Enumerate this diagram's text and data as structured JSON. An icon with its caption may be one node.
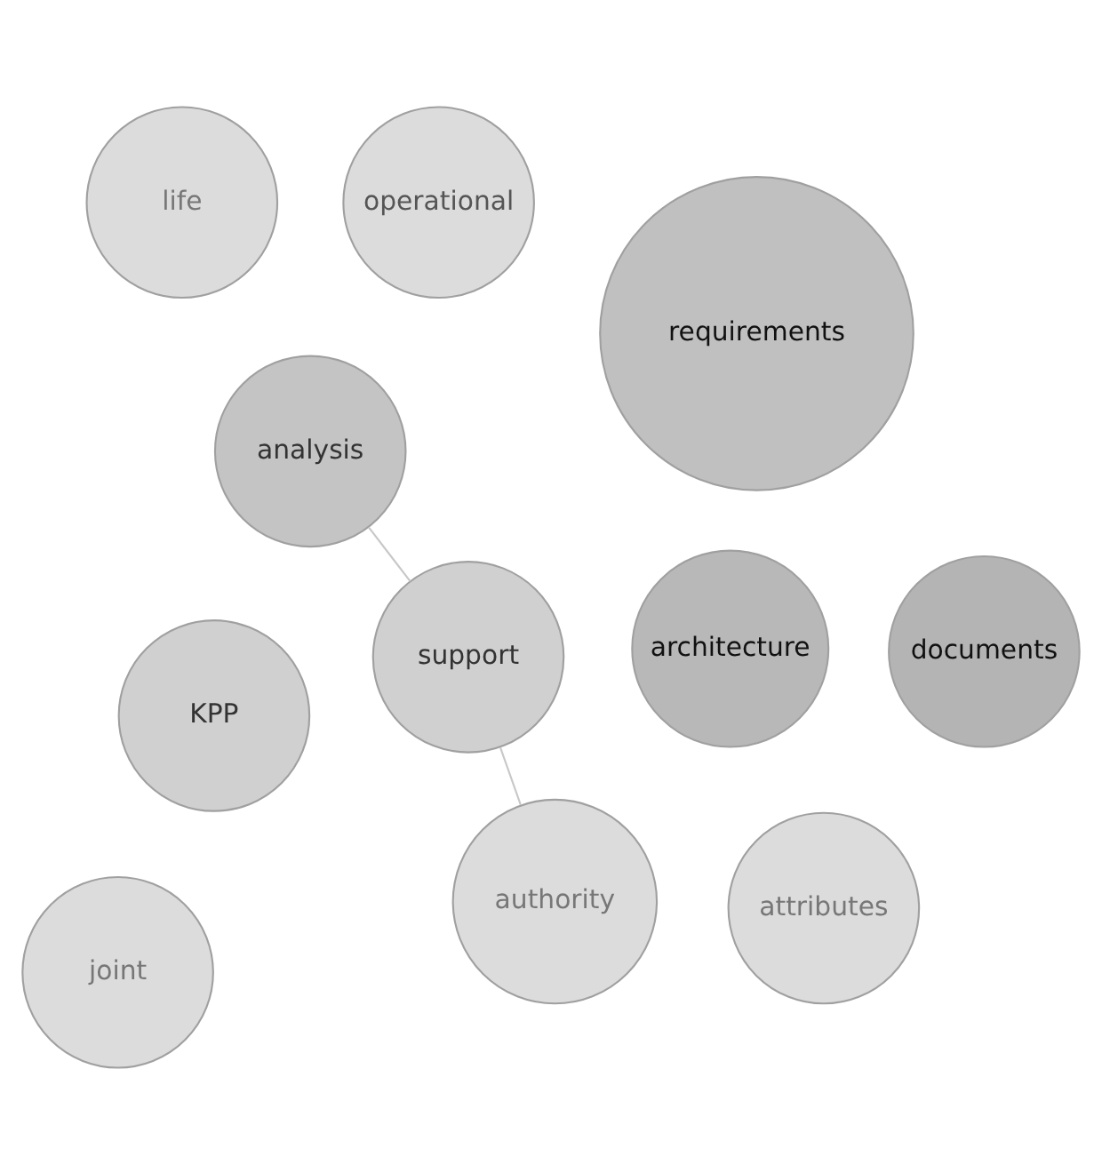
{
  "diagram": {
    "nodes": [
      {
        "text": [
          "KPP"
        ]
      },
      {
        "text": [
          "attributes"
        ]
      },
      {
        "text": [
          "operational"
        ]
      },
      {
        "text": [
          "analysis"
        ]
      },
      {
        "text": [
          "life"
        ]
      },
      {
        "text": [
          "joint"
        ]
      },
      {
        "text": [
          "architecture"
        ]
      },
      {
        "text": [
          "support"
        ]
      },
      {
        "text": [
          "requirements"
        ]
      },
      {
        "text": [
          "documents"
        ]
      },
      {
        "text": [
          "authority"
        ]
      }
    ],
    "edges": [
      {
        "from": 3,
        "to": 7,
        "arrow": "none"
      },
      {
        "from": 7,
        "to": 10,
        "arrow": "none"
      }
    ]
  }
}
